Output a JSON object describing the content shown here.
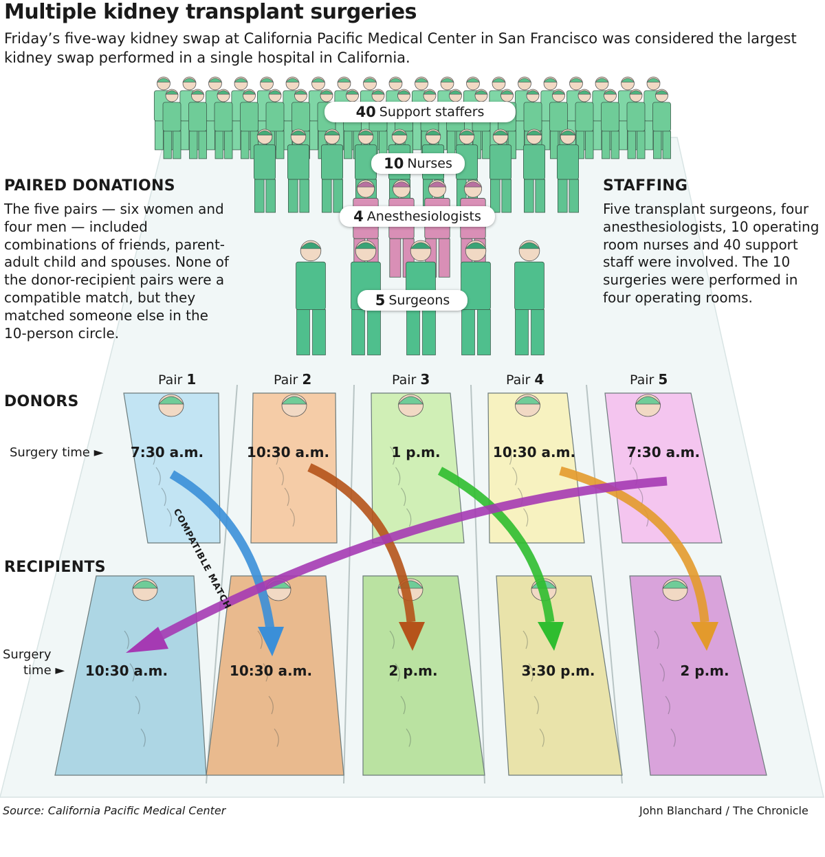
{
  "title": "Multiple kidney transplant surgeries",
  "subtitle": "Friday’s five-way kidney swap at California Pacific Medical Center in San Francisco was considered the largest kidney swap performed in a single hospital in California.",
  "staff_groups": [
    {
      "count": "40",
      "label": "Support staffers"
    },
    {
      "count": "10",
      "label": "Nurses"
    },
    {
      "count": "4",
      "label": "Anesthesiologists"
    },
    {
      "count": "5",
      "label": "Surgeons"
    }
  ],
  "paired": {
    "heading": "PAIRED DONATIONS",
    "text": "The five pairs — six women and four men — included combinations of friends, parent-adult child and spouses. None of the donor-recipient pairs were a compatible match, but they matched someone else in the 10-person circle."
  },
  "staffing": {
    "heading": "STAFFING",
    "text": "Five transplant surgeons, four anesthesiologists, 10 operating room nurses and 40 support staff were involved. The 10 surgeries were performed in four operating rooms."
  },
  "donors_label": "DONORS",
  "recipients_label": "RECIPIENTS",
  "donor_time_label": "Surgery time ►",
  "recipient_time_label_1": "Surgery",
  "recipient_time_label_2": "time ►",
  "compatible_label": "COMPATIBLE MATCH",
  "pair_word": "Pair",
  "pairs": [
    {
      "num": "1",
      "donor_time": "7:30 a.m.",
      "recipient_time": "10:30 a.m.",
      "donor_color": "#bfe3f2",
      "recipient_color": "#a9d4e3",
      "arrow_color": "#3b8fd8"
    },
    {
      "num": "2",
      "donor_time": "10:30 a.m.",
      "recipient_time": "10:30 a.m.",
      "donor_color": "#f4c9a2",
      "recipient_color": "#e8b688",
      "arrow_color": "#b5531a"
    },
    {
      "num": "3",
      "donor_time": "1 p.m.",
      "recipient_time": "2 p.m.",
      "donor_color": "#cdeeb2",
      "recipient_color": "#b6e09c",
      "arrow_color": "#2fbd2f"
    },
    {
      "num": "4",
      "donor_time": "10:30 a.m.",
      "recipient_time": "3:30 p.m.",
      "donor_color": "#f7f1bd",
      "recipient_color": "#e8e2a5",
      "arrow_color": "#e39a2c"
    },
    {
      "num": "5",
      "donor_time": "7:30 a.m.",
      "recipient_time": "2 p.m.",
      "donor_color": "#f3c2ee",
      "recipient_color": "#d79ed9",
      "arrow_color": "#a53ab3"
    }
  ],
  "source": "Source: California Pacific Medical Center",
  "credit": "John Blanchard / The Chronicle"
}
